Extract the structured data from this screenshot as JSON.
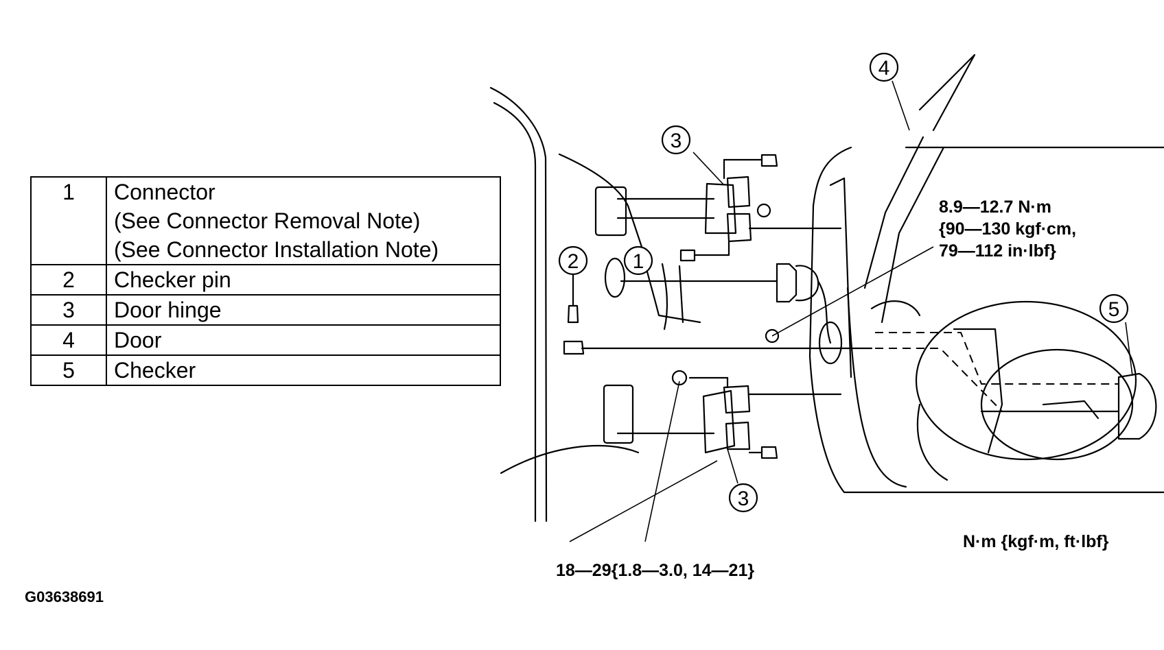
{
  "legend": [
    {
      "num": "1",
      "lines": [
        "Connector",
        "(See Connector Removal Note)",
        "(See Connector Installation Note)"
      ]
    },
    {
      "num": "2",
      "lines": [
        "Checker pin"
      ]
    },
    {
      "num": "3",
      "lines": [
        "Door hinge"
      ]
    },
    {
      "num": "4",
      "lines": [
        "Door"
      ]
    },
    {
      "num": "5",
      "lines": [
        "Checker"
      ]
    }
  ],
  "callouts": {
    "c1": "1",
    "c2": "2",
    "c3_top": "3",
    "c3_bottom": "3",
    "c4": "4",
    "c5": "5"
  },
  "torque": {
    "nut_line1": "8.9—12.7 N·m",
    "nut_line2": "{90—130 kgf·cm,",
    "nut_line3": "79—112 in·lbf}",
    "bolt": "18—29{1.8—3.0, 14—21}",
    "units": "N·m {kgf·m, ft·lbf}"
  },
  "figure_id": "G03638691"
}
